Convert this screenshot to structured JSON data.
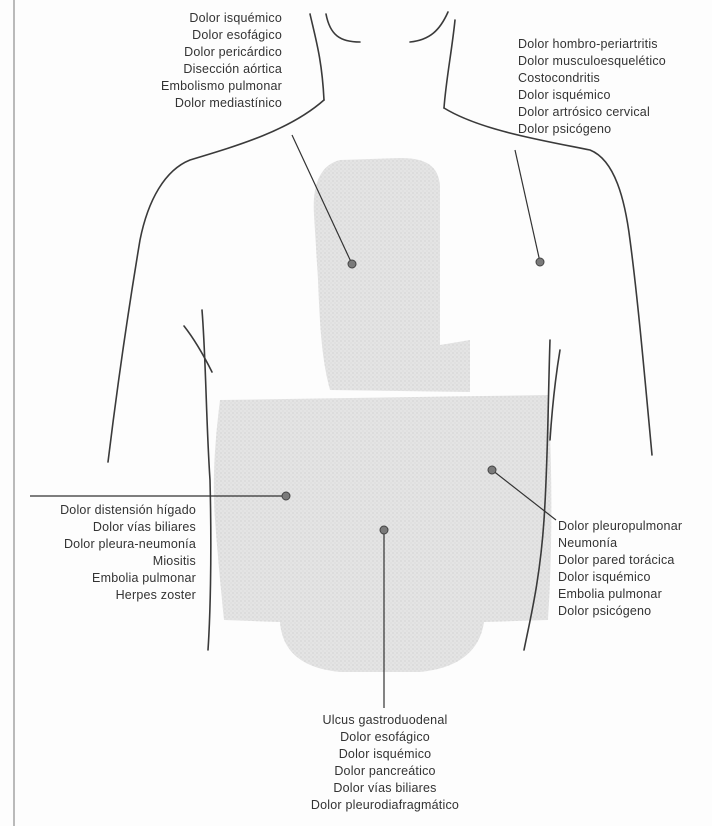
{
  "groups": {
    "top_left": {
      "items": [
        "Dolor isquémico",
        "Dolor esofágico",
        "Dolor pericárdico",
        "Disección aórtica",
        "Embolismo pulmonar",
        "Dolor mediastínico"
      ]
    },
    "top_right": {
      "items": [
        "Dolor hombro-periartritis",
        "Dolor musculoesquelético",
        "Costocondritis",
        "Dolor isquémico",
        "Dolor artrósico cervical",
        "Dolor psicógeno"
      ]
    },
    "left": {
      "items": [
        "Dolor distensión hígado",
        "Dolor vías biliares",
        "Dolor pleura-neumonía",
        "Miositis",
        "Embolia pulmonar",
        "Herpes zoster"
      ]
    },
    "right": {
      "items": [
        "Dolor pleuropulmonar",
        "Neumonía",
        "Dolor pared torácica",
        "Dolor isquémico",
        "Embolia pulmonar",
        "Dolor psicógeno"
      ]
    },
    "bottom": {
      "items": [
        "Ulcus gastroduodenal",
        "Dolor esofágico",
        "Dolor isquémico",
        "Dolor pancreático",
        "Dolor vías biliares",
        "Dolor pleurodiafragmático"
      ]
    }
  },
  "colors": {
    "outline": "#3a3a3a",
    "shaded_region": "#dcdcdc",
    "leader_line": "#333333"
  }
}
